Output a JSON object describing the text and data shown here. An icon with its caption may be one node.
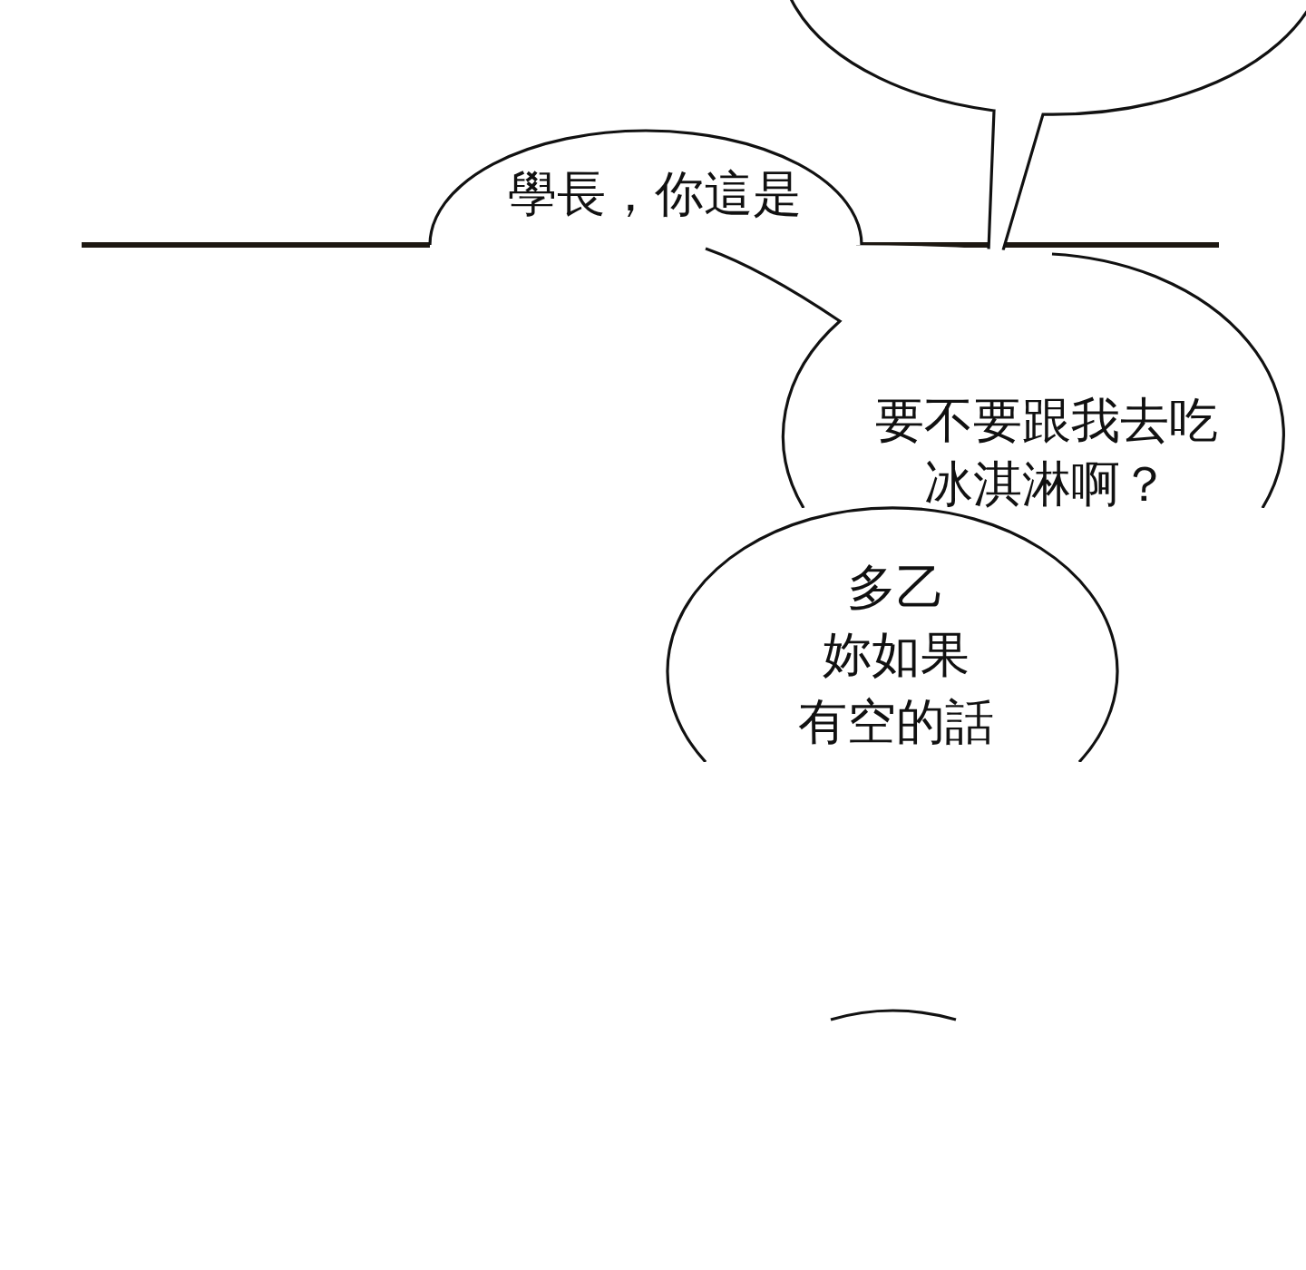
{
  "diagram": {
    "nodes": [
      {
        "text": [],
        "shape": "ellipse"
      },
      {
        "text": [
          "學長，你這是"
        ]
      },
      {
        "text": [
          "要不要跟我去吃冰淇淋啊？"
        ]
      },
      {
        "text": [
          "多乙",
          "妳如果",
          "有空的話"
        ]
      },
      {
        "text": [],
        "shape": "ellipse"
      }
    ]
  }
}
